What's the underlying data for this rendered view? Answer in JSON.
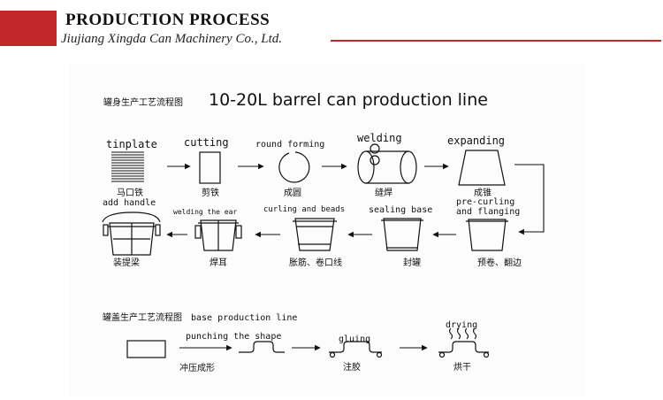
{
  "header": {
    "title": "PRODUCTION PROCESS",
    "subtitle": "Jiujiang Xingda Can Machinery Co., Ltd."
  },
  "colors": {
    "accent": "#c0282a",
    "ink": "#111111"
  },
  "barrel_line": {
    "title_cn": "罐身生产工艺流程图",
    "title_en": "10-20L barrel can production line",
    "row1": [
      {
        "label_en": "tinplate",
        "label_cn": "马口铁"
      },
      {
        "label_en": "cutting",
        "label_cn": "剪铁"
      },
      {
        "label_en": "round forming",
        "label_cn": "成圆"
      },
      {
        "label_en": "welding",
        "label_cn": "缝焊"
      },
      {
        "label_en": "expanding",
        "label_cn": "成锥"
      }
    ],
    "row2": [
      {
        "label_en": "add handle",
        "label_cn": "装提梁"
      },
      {
        "label_en": "welding the ear",
        "label_cn": "焊耳"
      },
      {
        "label_en": "curling and beads",
        "label_cn": "胀筋、卷口线"
      },
      {
        "label_en": "sealing base",
        "label_cn": "封罐"
      },
      {
        "label_en_1": "pre-curling",
        "label_en_2": "and flanging",
        "label_cn": "预卷、翻边"
      }
    ]
  },
  "base_line": {
    "title_cn": "罐盖生产工艺流程图",
    "title_en": "base production line",
    "steps": [
      {
        "label_en": "punching the shape",
        "label_cn": "冲压成形"
      },
      {
        "label_en": "gluing",
        "label_cn": "注胶"
      },
      {
        "label_en": "drying",
        "label_cn": "烘干"
      }
    ]
  }
}
